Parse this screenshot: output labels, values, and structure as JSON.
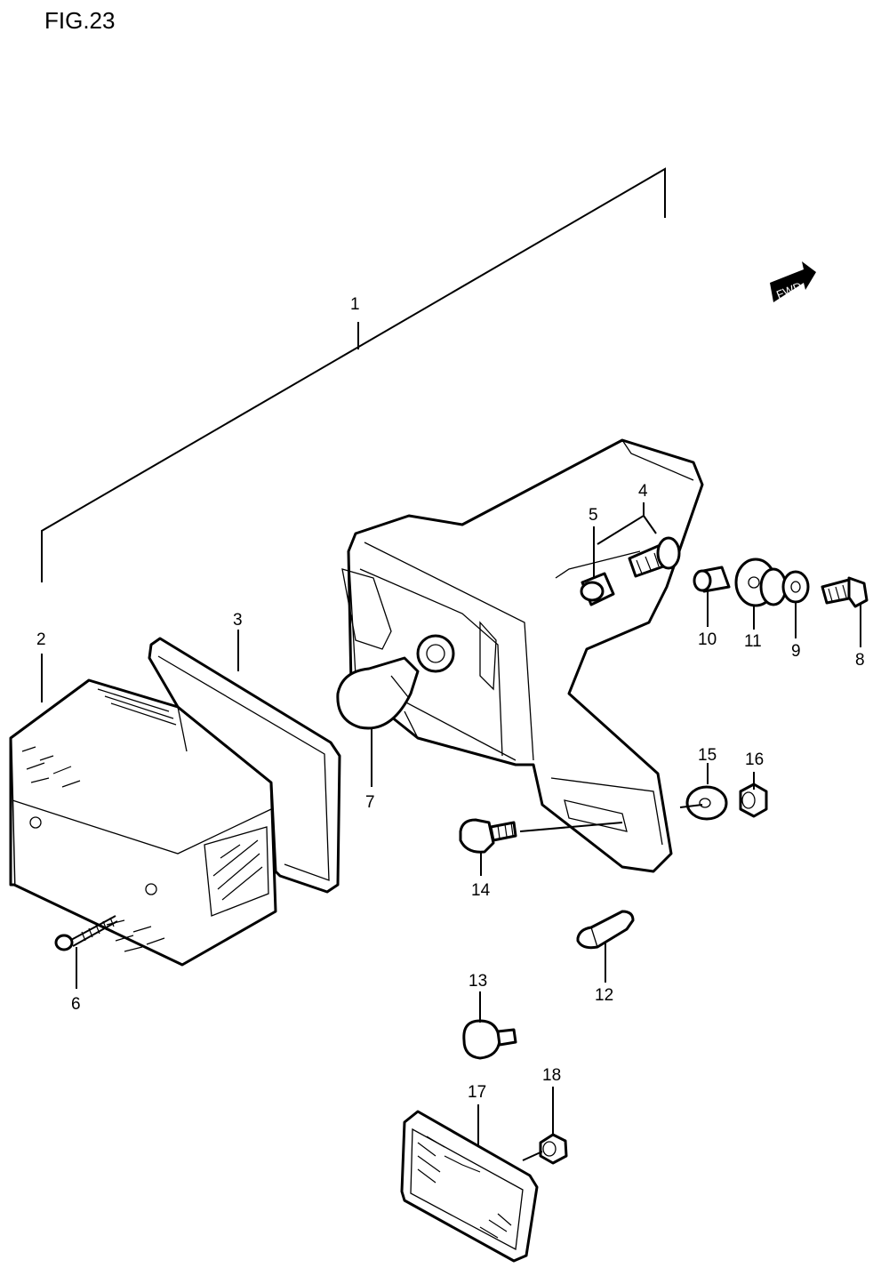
{
  "figure": {
    "title": "FIG.23",
    "direction_badge": "FWD",
    "callouts": [
      {
        "id": "c1",
        "label": "1"
      },
      {
        "id": "c2",
        "label": "2"
      },
      {
        "id": "c3",
        "label": "3"
      },
      {
        "id": "c4",
        "label": "4"
      },
      {
        "id": "c5",
        "label": "5"
      },
      {
        "id": "c6",
        "label": "6"
      },
      {
        "id": "c7",
        "label": "7"
      },
      {
        "id": "c8",
        "label": "8"
      },
      {
        "id": "c9",
        "label": "9"
      },
      {
        "id": "c10",
        "label": "10"
      },
      {
        "id": "c11",
        "label": "11"
      },
      {
        "id": "c12",
        "label": "12"
      },
      {
        "id": "c13",
        "label": "13"
      },
      {
        "id": "c14",
        "label": "14"
      },
      {
        "id": "c15",
        "label": "15"
      },
      {
        "id": "c16",
        "label": "16"
      },
      {
        "id": "c17",
        "label": "17"
      },
      {
        "id": "c18",
        "label": "18"
      }
    ]
  }
}
